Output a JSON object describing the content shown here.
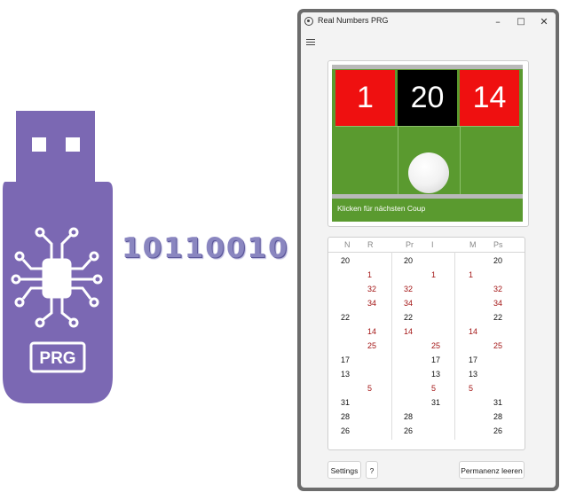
{
  "illustration": {
    "binary_text": "10110010",
    "usb_label": "PRG"
  },
  "window": {
    "title": "Real Numbers PRG",
    "controls": {
      "minimize": "–",
      "maximize": "□",
      "close": "✕"
    }
  },
  "roulette": {
    "numbers": [
      {
        "value": "1",
        "color": "#ef1010"
      },
      {
        "value": "20",
        "color": "#000000"
      },
      {
        "value": "14",
        "color": "#ef1010"
      }
    ],
    "click_hint": "Klicken für nächsten Coup"
  },
  "permanence": {
    "headers": [
      "N",
      "R",
      "Pr",
      "I",
      "M",
      "Ps"
    ],
    "rows": [
      {
        "number": "20",
        "red": false,
        "cols": [
          0,
          2,
          5
        ]
      },
      {
        "number": "1",
        "red": true,
        "cols": [
          1,
          3,
          4
        ]
      },
      {
        "number": "32",
        "red": true,
        "cols": [
          1,
          2,
          5
        ]
      },
      {
        "number": "34",
        "red": true,
        "cols": [
          1,
          2,
          5
        ]
      },
      {
        "number": "22",
        "red": false,
        "cols": [
          0,
          2,
          5
        ]
      },
      {
        "number": "14",
        "red": true,
        "cols": [
          1,
          2,
          4
        ]
      },
      {
        "number": "25",
        "red": true,
        "cols": [
          1,
          3,
          5
        ]
      },
      {
        "number": "17",
        "red": false,
        "cols": [
          0,
          3,
          4
        ]
      },
      {
        "number": "13",
        "red": false,
        "cols": [
          0,
          3,
          4
        ]
      },
      {
        "number": "5",
        "red": true,
        "cols": [
          1,
          3,
          4
        ]
      },
      {
        "number": "31",
        "red": false,
        "cols": [
          0,
          3,
          5
        ]
      },
      {
        "number": "28",
        "red": false,
        "cols": [
          0,
          2,
          5
        ]
      },
      {
        "number": "26",
        "red": false,
        "cols": [
          0,
          2,
          5
        ]
      }
    ]
  },
  "buttons": {
    "settings": "Settings",
    "help": "?",
    "clear": "Permanenz leeren"
  },
  "colors": {
    "usb_purple": "#7b68b3",
    "felt_green": "#5a9a2f",
    "red_number": "#a31515"
  }
}
